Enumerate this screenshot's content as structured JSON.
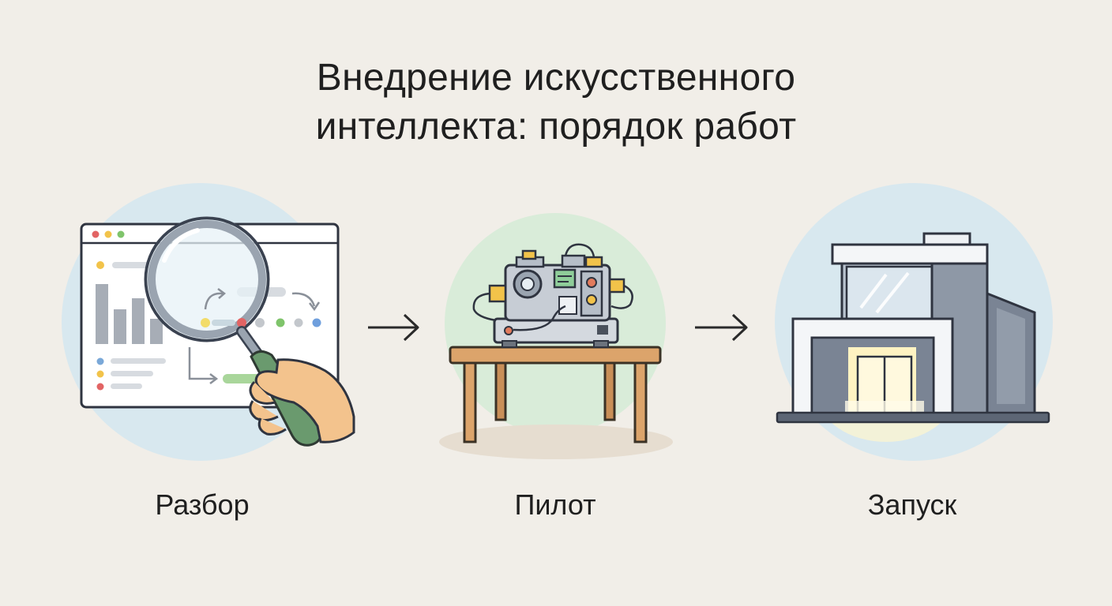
{
  "title": {
    "line1": "Внедрение искусственного",
    "line2": "интеллекта: порядок работ"
  },
  "steps": [
    {
      "label": "Разбор",
      "icon": "magnifier-over-dashboard-icon"
    },
    {
      "label": "Пилот",
      "icon": "machine-on-table-icon"
    },
    {
      "label": "Запуск",
      "icon": "building-icon"
    }
  ],
  "connectors": [
    "arrow-right-icon",
    "arrow-right-icon"
  ],
  "colors": {
    "background": "#f1eee8",
    "circle_blue": "#d8e8ef",
    "circle_green": "#d9ecd9",
    "text": "#1f1f1f"
  }
}
